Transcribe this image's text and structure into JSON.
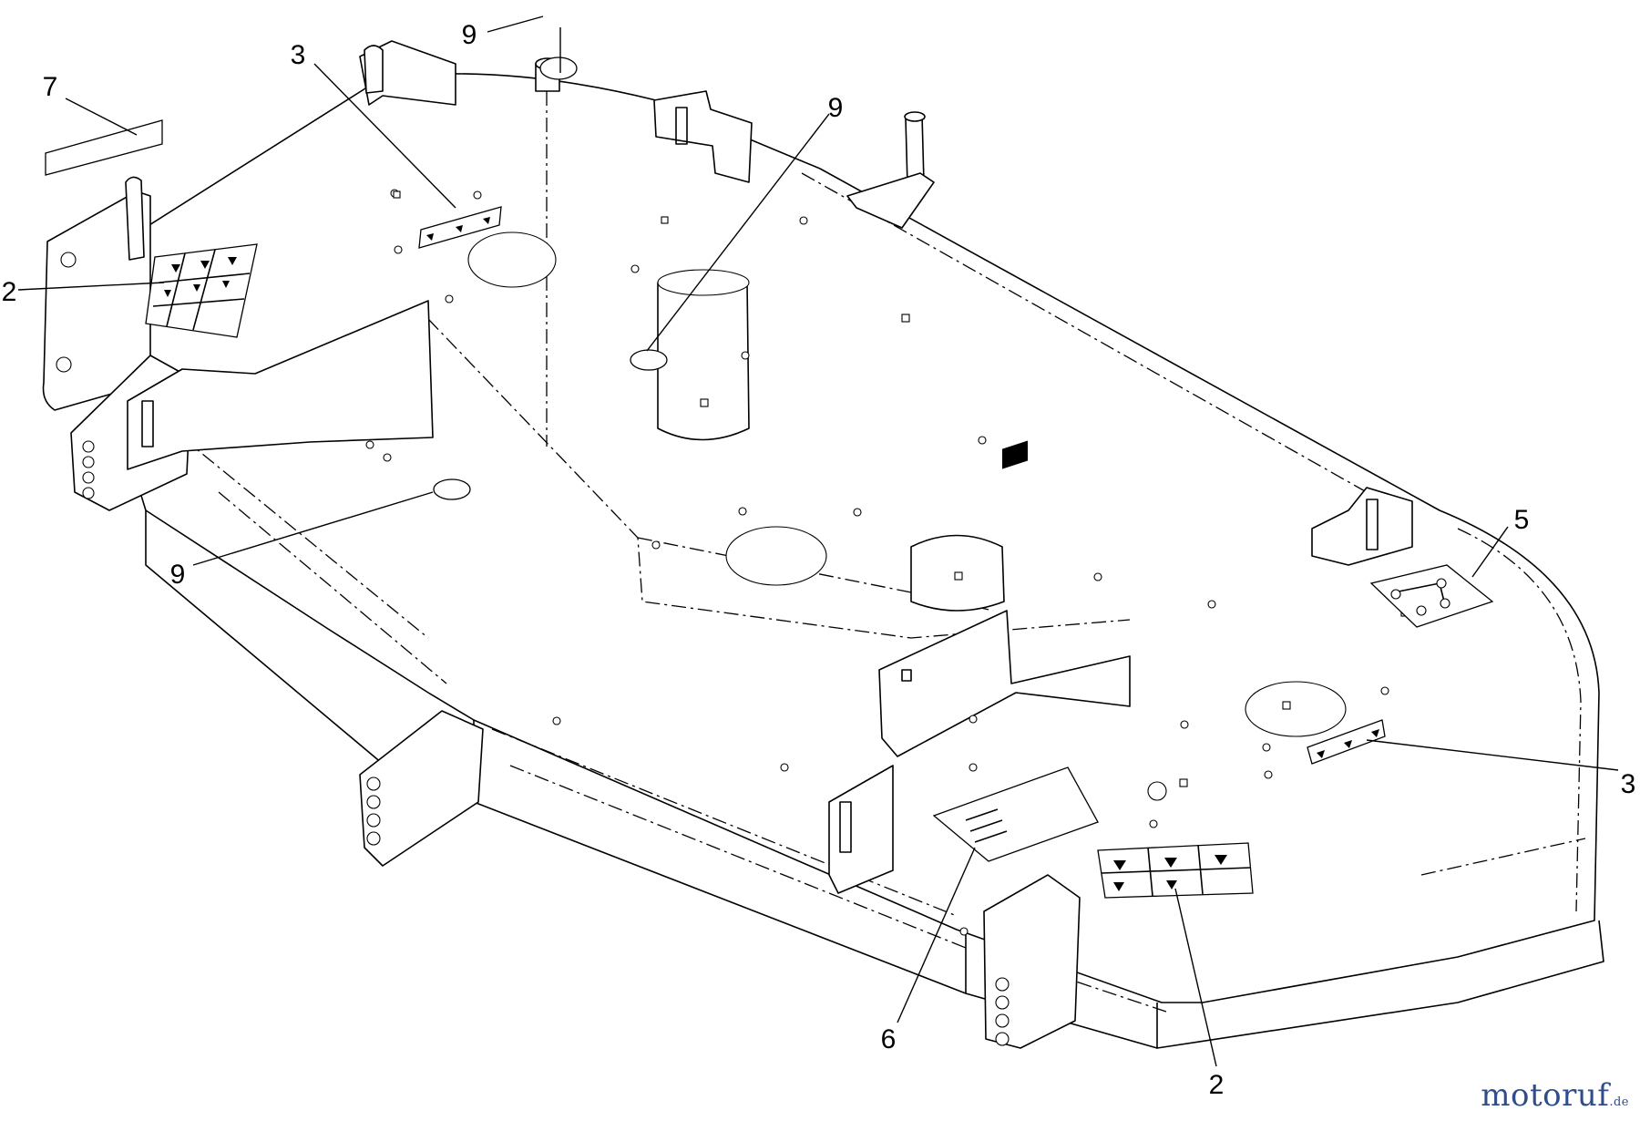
{
  "diagram": {
    "callouts": [
      {
        "id": "c9a",
        "label": "9"
      },
      {
        "id": "c3a",
        "label": "3"
      },
      {
        "id": "c7",
        "label": "7"
      },
      {
        "id": "c9b",
        "label": "9"
      },
      {
        "id": "c2a",
        "label": "2"
      },
      {
        "id": "c5",
        "label": "5"
      },
      {
        "id": "c9c",
        "label": "9"
      },
      {
        "id": "c3b",
        "label": "3"
      },
      {
        "id": "c6",
        "label": "6"
      },
      {
        "id": "c2b",
        "label": "2"
      }
    ]
  },
  "watermark": {
    "text": "motoruf",
    "suffix": ".de",
    "color": "#2f4d8a"
  }
}
